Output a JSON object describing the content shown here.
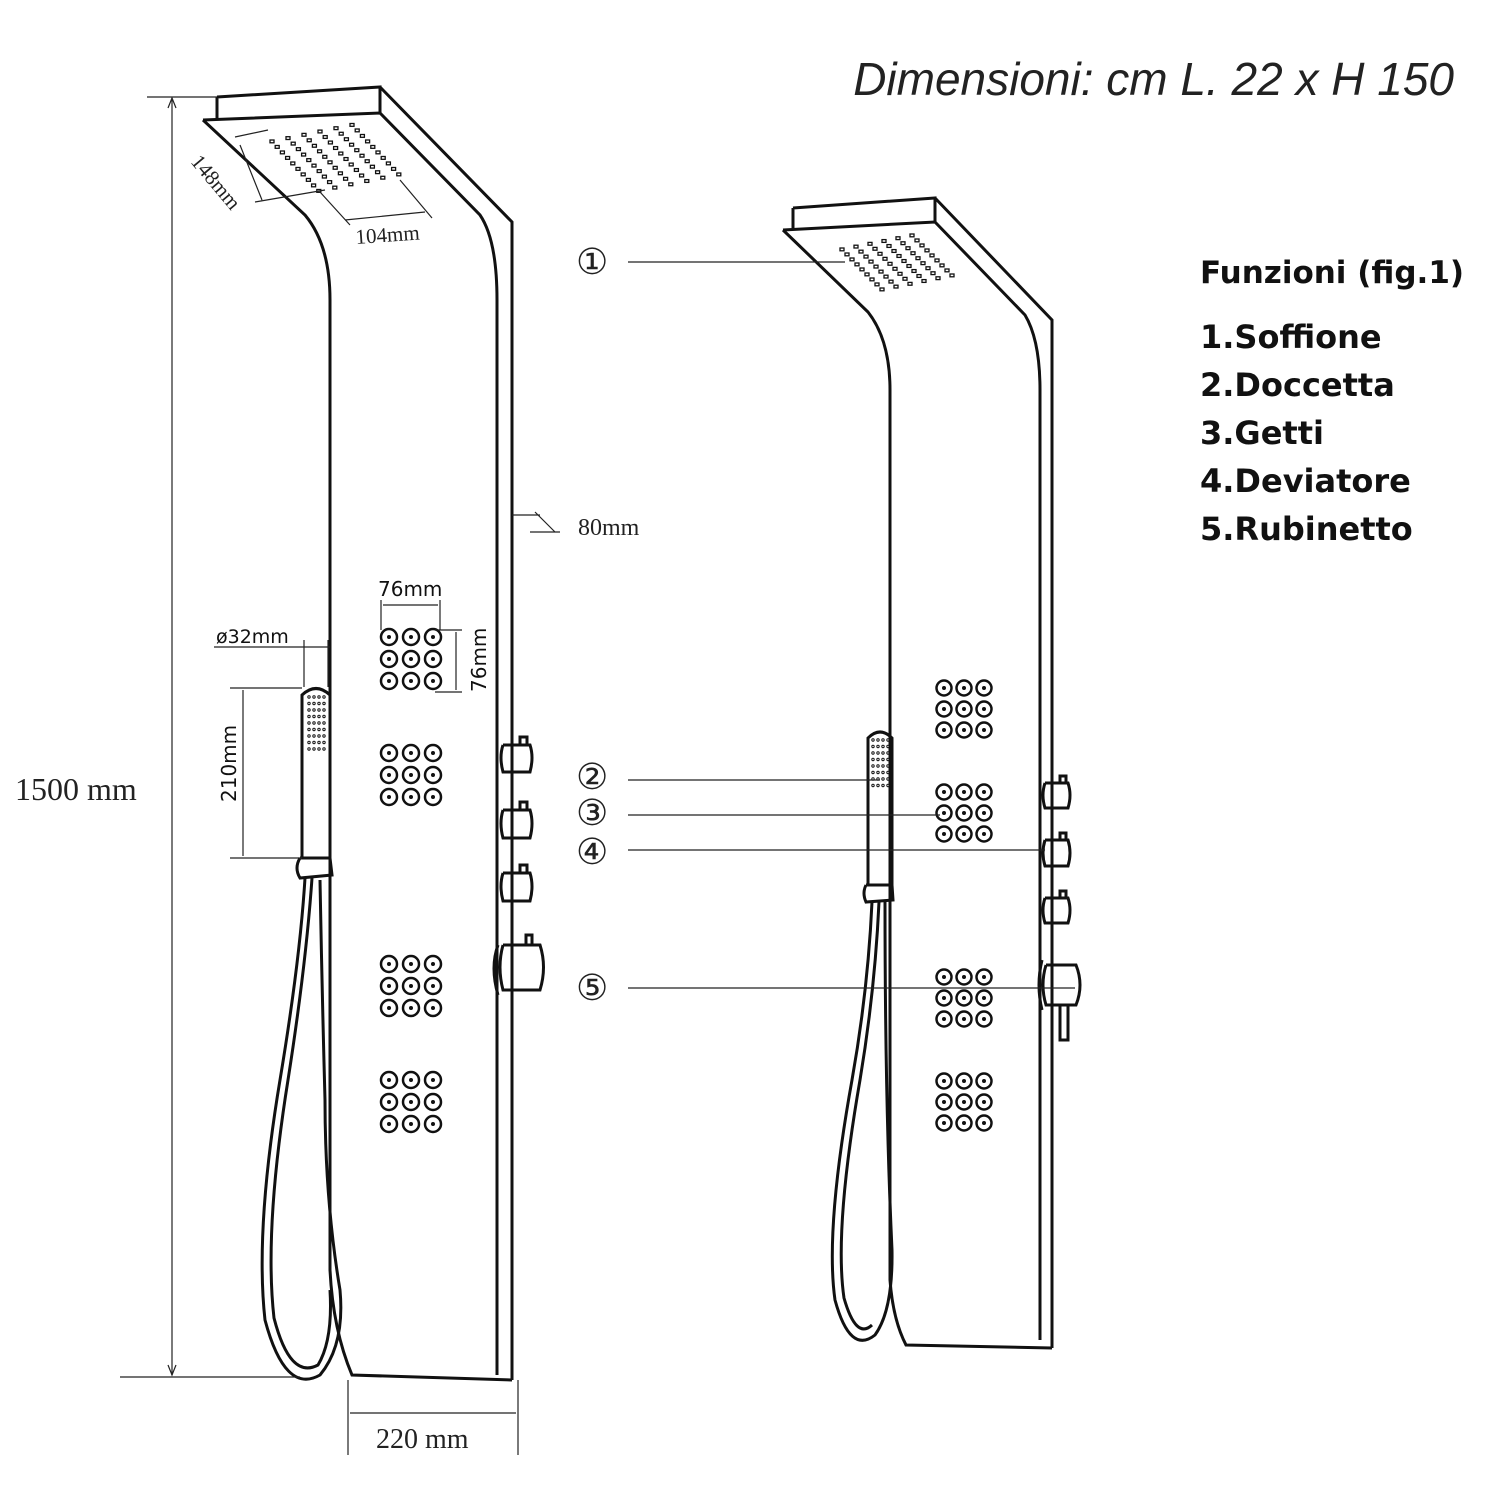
{
  "title": "Dimensioni: cm L. 22 x H 150",
  "legend": {
    "heading": "Funzioni (fig.1)",
    "items": [
      "1.Soffione",
      "2.Doccetta",
      "3.Getti",
      "4.Deviatore",
      "5.Rubinetto"
    ]
  },
  "dimensions": {
    "height": "1500 mm",
    "width": "220 mm",
    "head_depth": "148mm",
    "head_width": "104mm",
    "side_depth": "80mm",
    "jet_grid_width": "76mm",
    "jet_grid_height": "76mm",
    "handshower_diameter": "ø32mm",
    "handshower_length": "210mm"
  },
  "callouts": [
    "①",
    "②",
    "③",
    "④",
    "⑤"
  ]
}
